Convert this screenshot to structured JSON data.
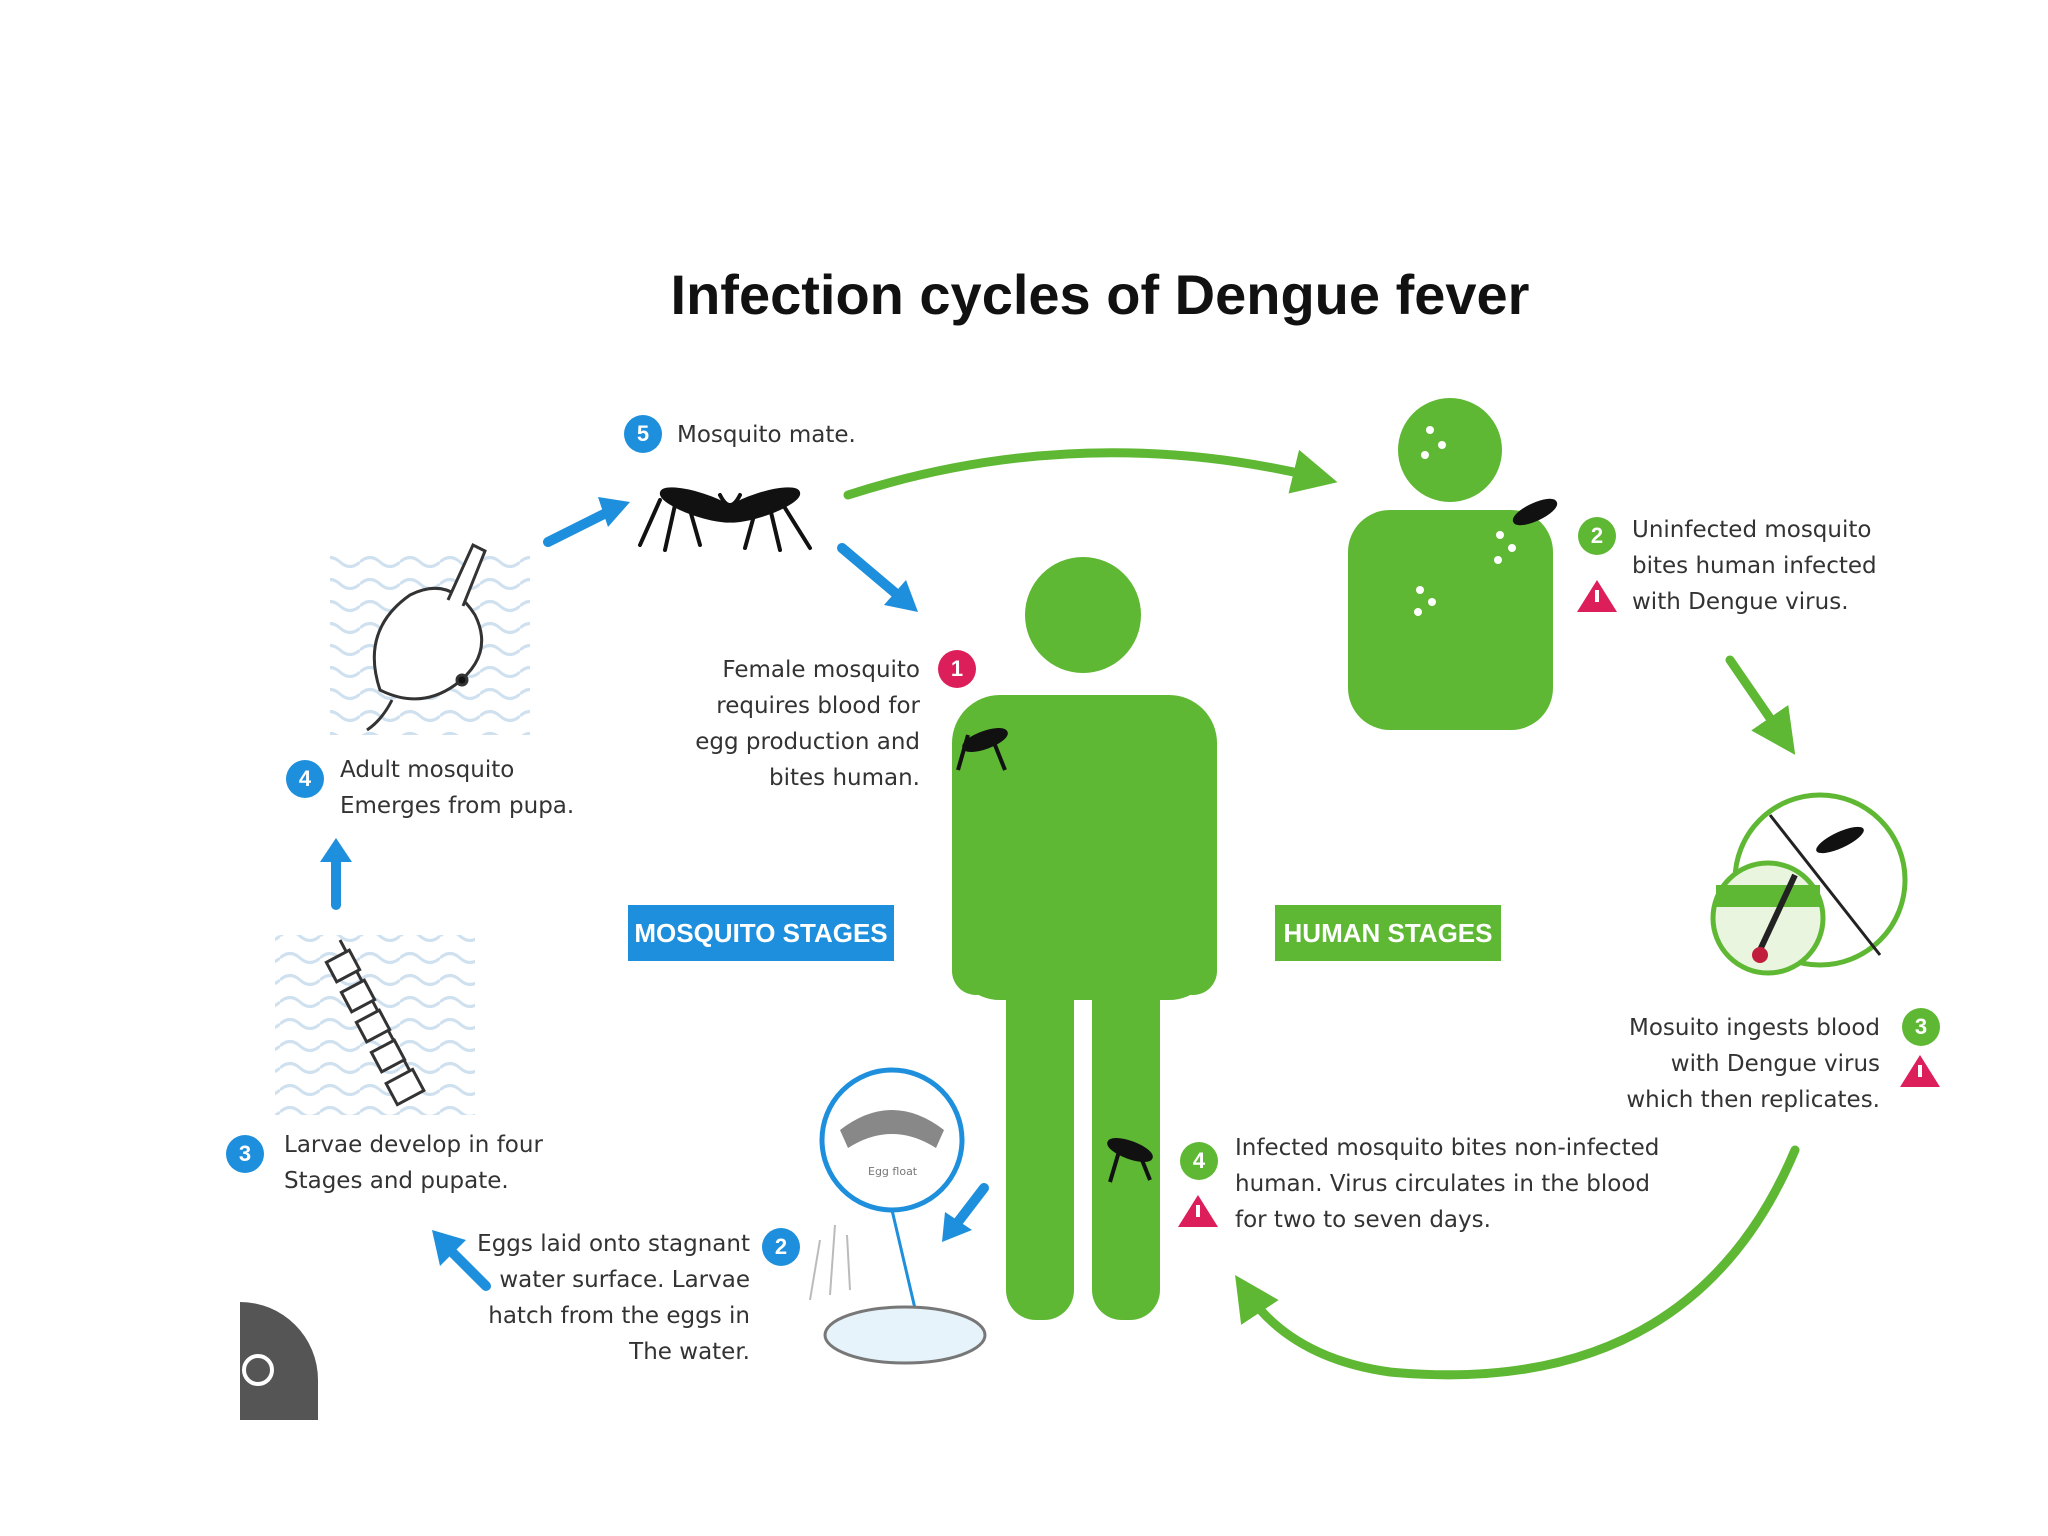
{
  "title": "Infection cycles of Dengue fever",
  "labels": {
    "mosquito_stages": "MOSQUITO STAGES",
    "human_stages": "HUMAN STAGES"
  },
  "steps": {
    "m5": {
      "num": "5",
      "text": "Mosquito mate."
    },
    "m4": {
      "num": "4",
      "text": "Adult mosquito\nEmerges from pupa."
    },
    "m3": {
      "num": "3",
      "text": "Larvae develop in four\nStages and pupate."
    },
    "m2": {
      "num": "2",
      "text": "Eggs laid onto stagnant\nwater surface. Larvae\nhatch from the eggs in\nThe water."
    },
    "h1": {
      "num": "1",
      "text": "Female mosquito\nrequires blood for\negg production and\nbites human."
    },
    "h2": {
      "num": "2",
      "text": "Uninfected mosquito\nbites human infected\nwith Dengue virus."
    },
    "h3": {
      "num": "3",
      "text": "Mosuito ingests blood\nwith Dengue virus\nwhich then replicates."
    },
    "h4": {
      "num": "4",
      "text": "Infected mosquito bites non-infected\nhuman. Virus circulates in the blood\nfor two to seven days."
    }
  },
  "egg_label": "Egg float",
  "colors": {
    "mosquito_blue": "#1e8fdc",
    "human_green": "#5fb834",
    "warning_red": "#dc1f5a"
  },
  "icons": [
    "warning-icon",
    "mosquito-icon",
    "human-figure",
    "larva-icon",
    "pupa-icon",
    "egg-dish-icon",
    "magnify-circle-icon",
    "camera-lens-icon"
  ]
}
